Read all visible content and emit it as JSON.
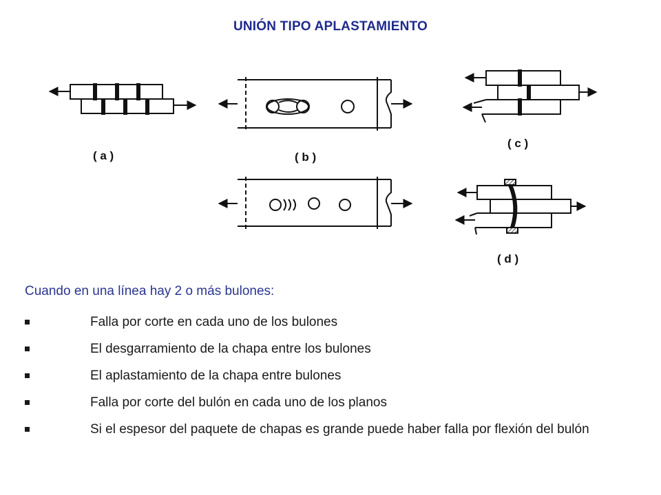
{
  "page": {
    "title": "UNIÓN TIPO APLASTAMIENTO"
  },
  "figure": {
    "labels": {
      "a": "( a )",
      "b": "( b )",
      "c": "( c )",
      "d": "( d )"
    }
  },
  "text": {
    "intro": "Cuando en una línea hay 2 o más bulones:",
    "bullets": [
      "Falla por corte en cada uno de los bulones",
      "El desgarramiento de la chapa entre los bulones",
      "El aplastamiento de la chapa entre bulones",
      "Falla por corte del bulón en cada uno de los planos",
      "Si el espesor del paquete de chapas es grande puede haber falla por flexión del bulón"
    ]
  },
  "colors": {
    "title": "#1f2a8c",
    "intro": "#2a3590",
    "body": "#1a1a1a"
  }
}
